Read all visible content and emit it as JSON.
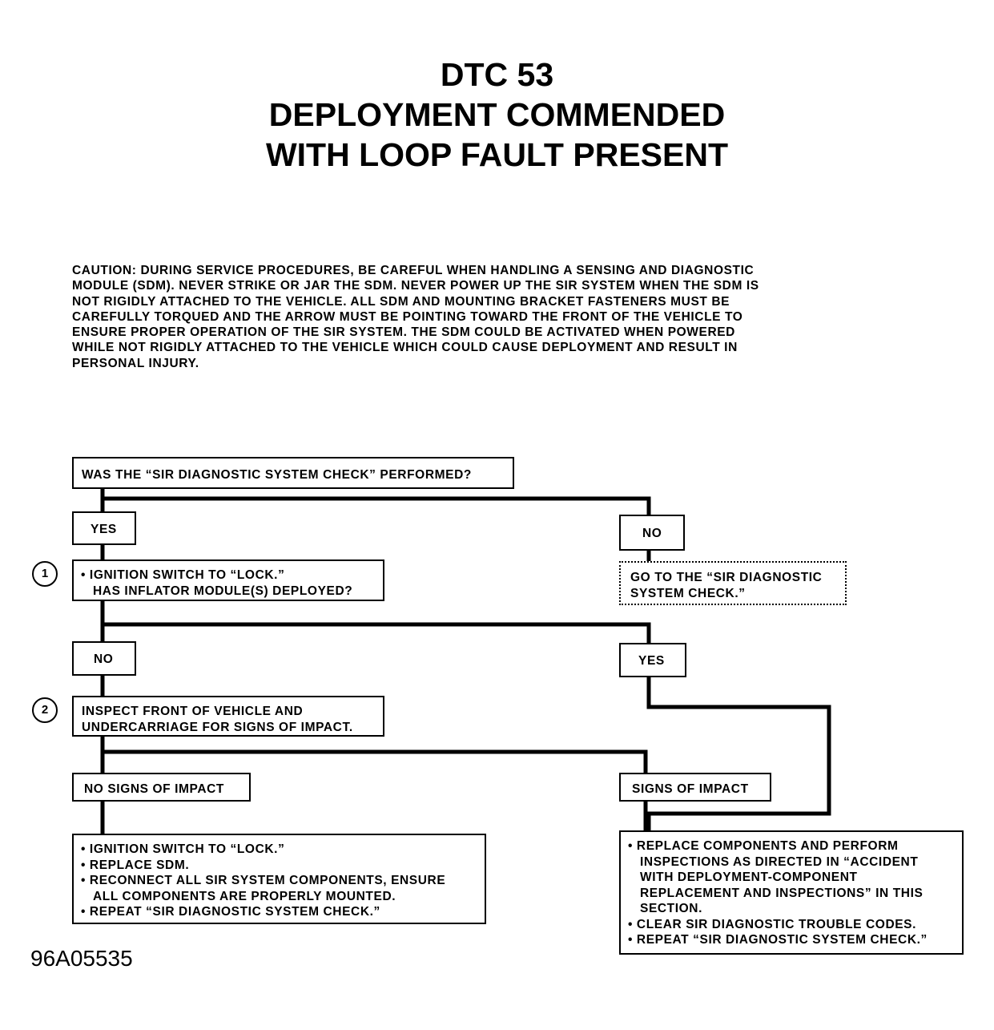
{
  "title_lines": [
    "DTC 53",
    "DEPLOYMENT COMMENDED",
    "WITH LOOP FAULT PRESENT"
  ],
  "caution_lines": [
    "CAUTION: DURING SERVICE PROCEDURES, BE CAREFUL WHEN HANDLING A SENSING AND DIAGNOSTIC",
    "MODULE (SDM). NEVER STRIKE OR JAR THE SDM. NEVER POWER UP THE SIR SYSTEM WHEN THE SDM IS",
    "NOT RIGIDLY ATTACHED TO THE VEHICLE. ALL SDM AND MOUNTING BRACKET FASTENERS MUST BE",
    "CAREFULLY TORQUED AND THE ARROW MUST BE POINTING TOWARD THE FRONT OF THE VEHICLE TO",
    "ENSURE PROPER OPERATION OF THE SIR SYSTEM. THE SDM COULD BE ACTIVATED WHEN POWERED",
    "WHILE NOT RIGIDLY ATTACHED TO THE VEHICLE WHICH COULD CAUSE DEPLOYMENT AND RESULT IN",
    "PERSONAL INJURY."
  ],
  "flow": {
    "q1": "WAS THE “SIR DIAGNOSTIC SYSTEM CHECK” PERFORMED?",
    "q1_yes": "YES",
    "q1_no": "NO",
    "goto_lines": [
      "GO TO THE “SIR DIAGNOSTIC",
      "SYSTEM CHECK.”"
    ],
    "step1_number": "1",
    "step1_lines": [
      "• IGNITION SWITCH TO “LOCK.”",
      "HAS INFLATOR MODULE(S) DEPLOYED?"
    ],
    "step1_no": "NO",
    "step1_yes": "YES",
    "step2_number": "2",
    "step2_lines": [
      "INSPECT FRONT OF VEHICLE AND",
      "UNDERCARRIAGE FOR SIGNS OF IMPACT."
    ],
    "no_impact": "NO SIGNS OF IMPACT",
    "impact": "SIGNS OF IMPACT",
    "left_action_lines": [
      "• IGNITION SWITCH TO “LOCK.”",
      "• REPLACE SDM.",
      "• RECONNECT ALL SIR SYSTEM COMPONENTS, ENSURE",
      "ALL COMPONENTS ARE PROPERLY MOUNTED.",
      "• REPEAT “SIR DIAGNOSTIC SYSTEM CHECK.”"
    ],
    "right_action_lines": [
      "• REPLACE COMPONENTS AND PERFORM",
      "INSPECTIONS AS DIRECTED IN “ACCIDENT",
      "WITH DEPLOYMENT-COMPONENT",
      "REPLACEMENT AND INSPECTIONS” IN THIS",
      "SECTION.",
      "• CLEAR SIR DIAGNOSTIC TROUBLE CODES.",
      "• REPEAT “SIR DIAGNOSTIC SYSTEM CHECK.”"
    ]
  },
  "figure_id": "96A05535"
}
